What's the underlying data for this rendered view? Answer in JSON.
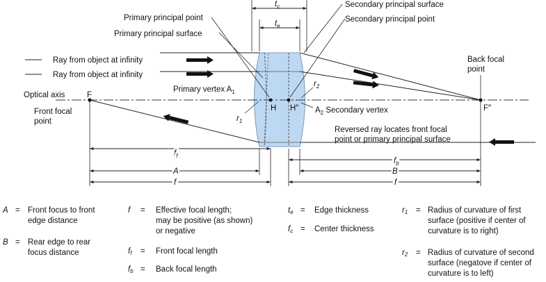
{
  "diagram": {
    "labels": {
      "primary_principal_point": "Primary principal point",
      "primary_principal_surface": "Primary principal surface",
      "secondary_principal_surface": "Secondary principal surface",
      "secondary_principal_point": "Secondary principal point",
      "ray1": "Ray from object at infinity",
      "ray2": "Ray from object at infinity",
      "back_focal_point": "Back focal\npoint",
      "optical_axis": "Optical axis",
      "front_focal_point": "Front focal\npoint",
      "F": "F",
      "F2": "F″",
      "H": "H",
      "H2": "H″",
      "primary_vertex": "Primary vertex A",
      "primary_vertex_sub": "1",
      "secondary_vertex": "Secondary vertex",
      "secondary_vertex_pre": "A",
      "secondary_vertex_sub": "2",
      "r1": "r",
      "r1_sub": "1",
      "r2": "r",
      "r2_sub": "2",
      "reversed_ray": "Reversed ray locates front focal\npoint or primary principal surface",
      "tc": "t",
      "tc_sub": "c",
      "te": "t",
      "te_sub": "e",
      "ff": "f",
      "ff_sub": "f",
      "fb": "f",
      "fb_sub": "b",
      "A": "A",
      "B": "B",
      "f_left": "f",
      "f_right": "f"
    },
    "colors": {
      "lens_fill": "#bcd8f3",
      "lens_stroke": "#7a9cc0",
      "line": "#222222"
    }
  },
  "legend": {
    "eq": "=",
    "items": [
      {
        "sym": "A",
        "sub": "",
        "text": "Front focus to front\nedge distance"
      },
      {
        "sym": "B",
        "sub": "",
        "text": "Rear edge to rear\nfocus distance"
      },
      {
        "sym": "f",
        "sub": "",
        "text": "Effective focal length;\nmay be positive (as shown)\nor negative"
      },
      {
        "sym": "f",
        "sub": "f",
        "text": "Front focal length"
      },
      {
        "sym": "f",
        "sub": "b",
        "text": "Back focal length"
      },
      {
        "sym": "t",
        "sub": "e",
        "text": "Edge thickness"
      },
      {
        "sym": "f",
        "sub": "c",
        "text": "Center thickness"
      },
      {
        "sym": "r",
        "sub": "1",
        "text": "Radius of curvature of first\nsurface (positive if center of\ncurvature is to right)"
      },
      {
        "sym": "r",
        "sub": "2",
        "text": "Radius of curvature of second\nsurface (negatove if center of\ncurvature is to left)"
      }
    ]
  }
}
